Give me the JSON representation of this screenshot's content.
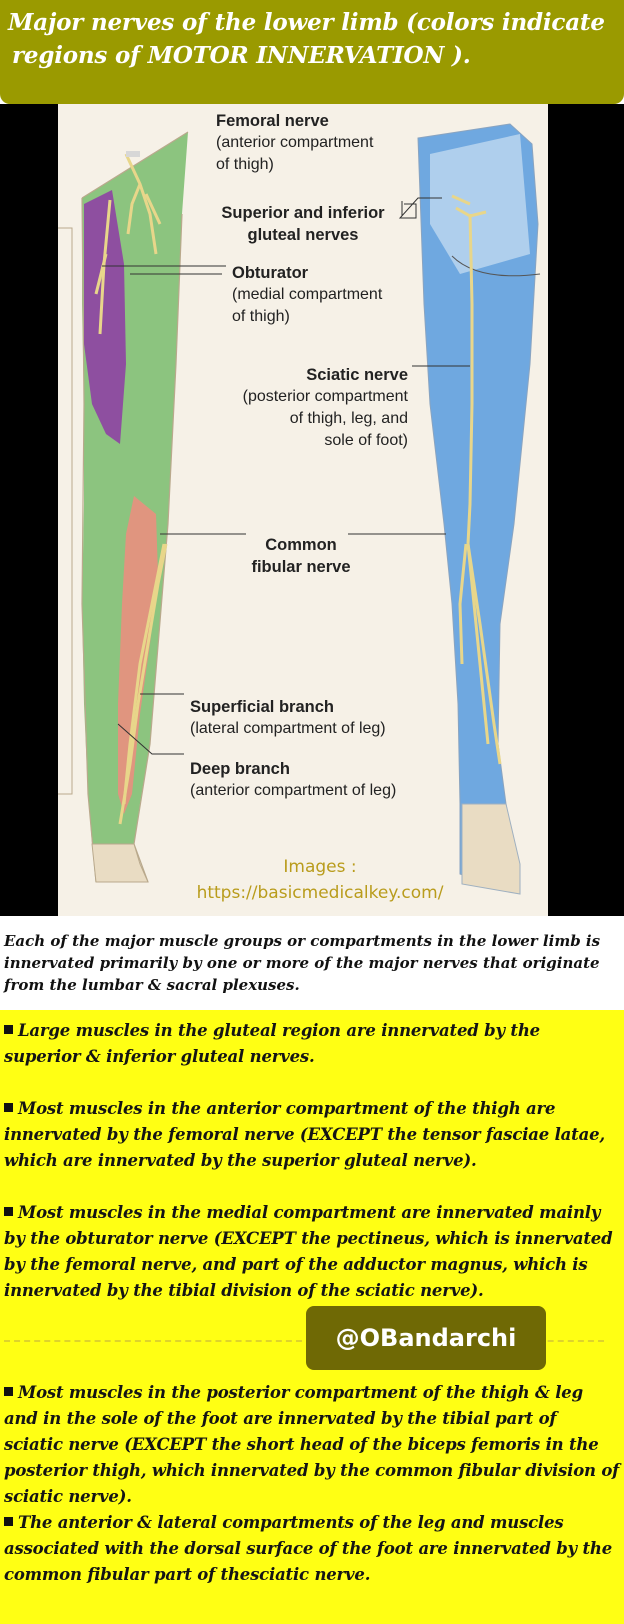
{
  "header": {
    "title_line1": "Major nerves of the lower limb (colors indicate",
    "title_line2": "regions of MOTOR INNERVATION )."
  },
  "figure": {
    "labels": [
      {
        "name": "Femoral nerve",
        "desc": [
          "(anterior compartment",
          "of thigh)"
        ]
      },
      {
        "name_lines": [
          "Superior and inferior",
          "gluteal nerves"
        ]
      },
      {
        "name": "Obturator",
        "desc": [
          "(medial compartment",
          "of thigh)"
        ]
      },
      {
        "name": "Sciatic nerve",
        "desc": [
          "(posterior compartment",
          "of thigh, leg, and",
          "sole of foot)"
        ]
      },
      {
        "name_lines": [
          "Common",
          "fibular nerve"
        ]
      },
      {
        "name": "Superficial branch",
        "desc": [
          "(lateral compartment of leg)"
        ]
      },
      {
        "name": "Deep branch",
        "desc": [
          "(anterior compartment of leg)"
        ]
      }
    ],
    "colors": {
      "anterior_thigh": "#8cc47f",
      "medial_thigh": "#8e4fa0",
      "anterior_leg": "#e0957f",
      "posterior": "#6fa8e0",
      "nerve": "#e8d68a"
    },
    "credit_line1": "Images :",
    "credit_line2": "https://basicmedicalkey.com/"
  },
  "intro": "Each of the major muscle groups or compartments in the lower limb is innervated primarily by one or more of the major nerves that originate from the lumbar & sacral plexuses.",
  "paragraphs": [
    "Large muscles in the gluteal region are innervated by the superior & inferior gluteal nerves.",
    "Most muscles in the anterior compartment of the thigh are innervated by the femoral nerve (EXCEPT the tensor fasciae latae, which are innervated by the superior gluteal nerve).",
    "Most muscles in the medial compartment are innervated mainly by the obturator nerve (EXCEPT the pectineus, which is innervated by the femoral nerve, and part of the adductor magnus, which is innervated by the tibial division of the sciatic nerve).",
    "Most muscles in the posterior compartment of the thigh &  leg and in the sole of the foot are innervated by the tibial part of sciatic nerve (EXCEPT the short head of the biceps femoris in the posterior thigh, which innervated by the common fibular division of sciatic nerve).",
    "The anterior & lateral compartments of the leg and muscles associated with the dorsal surface of the foot are innervated by the common fibular part of thesciatic nerve."
  ],
  "watermark": "@OBandarchi"
}
